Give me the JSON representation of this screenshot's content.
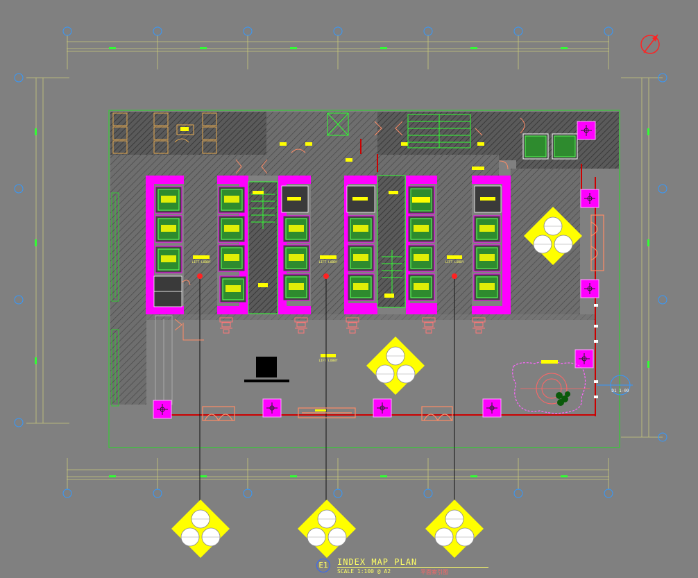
{
  "drawing": {
    "title": "INDEX MAP PLAN",
    "number": "E1",
    "scale": "SCALE 1:100 @ A2",
    "title_cn": "平面索引图",
    "lobby_labels": [
      "LIFT LOBBY",
      "LIFT LOBBY",
      "LIFT LOBBY",
      "LIFT LOBBY"
    ],
    "section_marker": "D1 1-09",
    "colors": {
      "background": "#808080",
      "boundary": "#33cc33",
      "wall": "#ff00ff",
      "annotation": "#ffff00",
      "grid_bubble": "#3399ff",
      "red_line": "#cc0000"
    }
  }
}
